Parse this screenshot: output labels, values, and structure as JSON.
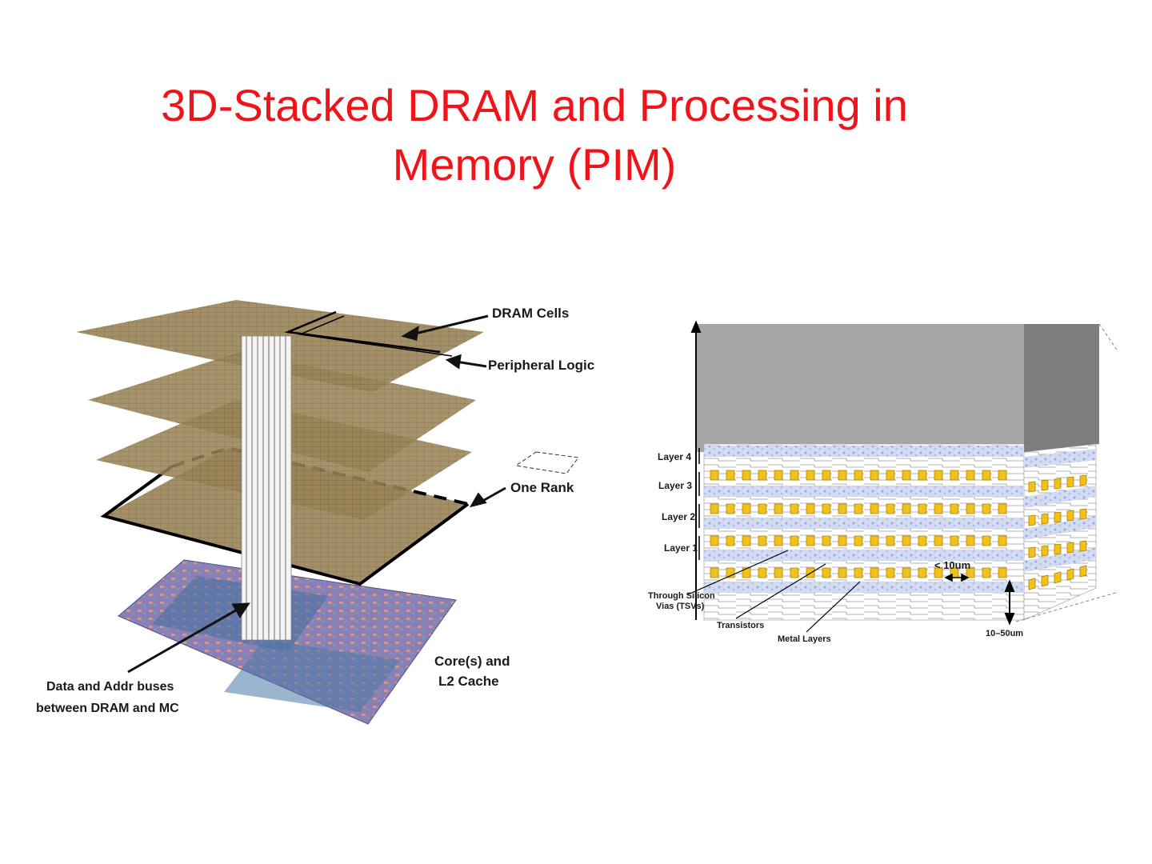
{
  "slide": {
    "title_line1": "3D-Stacked DRAM and Processing in",
    "title_line2": "Memory (PIM)"
  },
  "left_figure": {
    "label_dram_cells": "DRAM Cells",
    "label_peripheral_logic": "Peripheral Logic",
    "label_one_rank": "One Rank",
    "label_buses_line1": "Data and Addr buses",
    "label_buses_line2": "between DRAM and MC",
    "label_core_line1": "Core(s) and",
    "label_core_line2": "L2 Cache"
  },
  "right_figure": {
    "layer4": "Layer 4",
    "layer3": "Layer 3",
    "layer2": "Layer 2",
    "layer1": "Layer 1",
    "tsv_line1": "Through Silicon",
    "tsv_line2": "Vias (TSVs)",
    "transistors": "Transistors",
    "metal_layers": "Metal Layers",
    "pitch": "< 10um",
    "thickness": "10–50um"
  },
  "colors": {
    "title": "#f0141a",
    "dram_layer": "#9c8559",
    "core_die": "#7e86c0",
    "bulk": "#a8a8a8",
    "tsv": "#f2c21b"
  }
}
